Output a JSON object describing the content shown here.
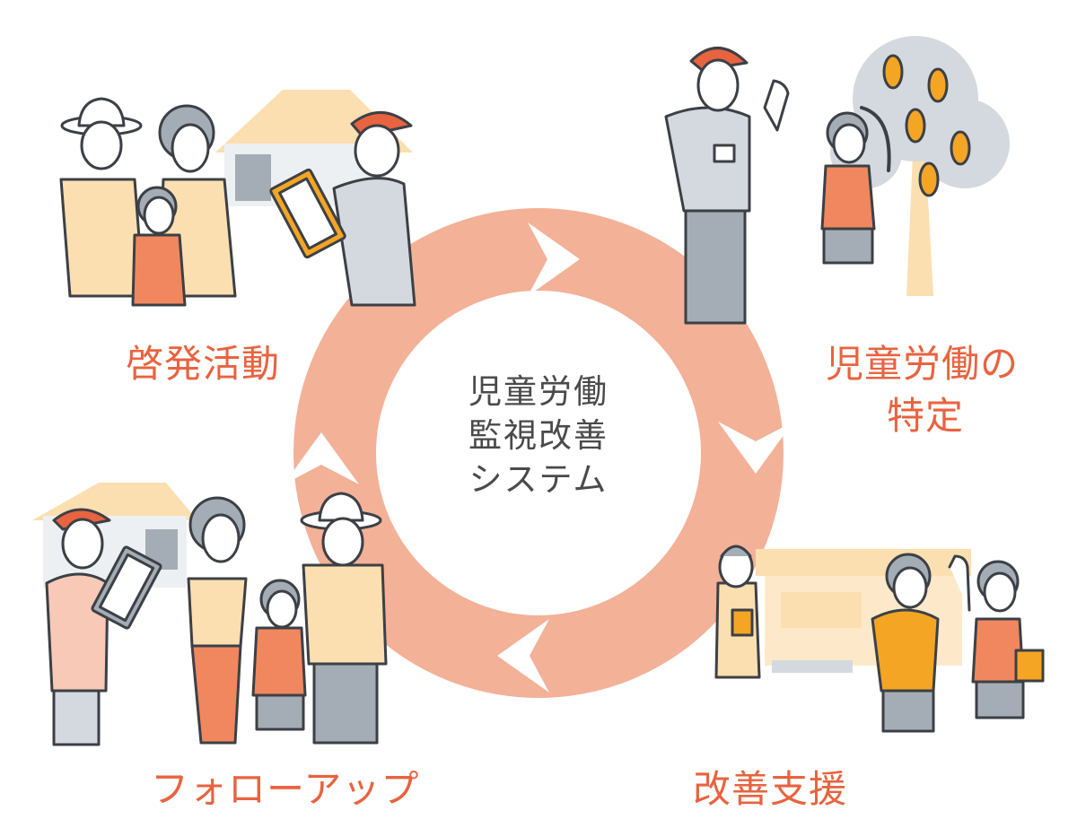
{
  "center": {
    "lines": [
      "児童労働",
      "監視改善",
      "システム"
    ]
  },
  "steps": {
    "awareness": "啓発活動",
    "identify": [
      "児童労働の",
      "特定"
    ],
    "support": "改善支援",
    "followup": "フォローアップ"
  },
  "colors": {
    "accent": "#e8633f",
    "ring": "#f3b198",
    "skin": "#ffffff",
    "line": "#3c4046",
    "gray": "#a4adb5",
    "lightGray": "#d3d9de",
    "cream": "#fbdfb0",
    "orange": "#f0875f",
    "yellowOrange": "#f4a524"
  }
}
